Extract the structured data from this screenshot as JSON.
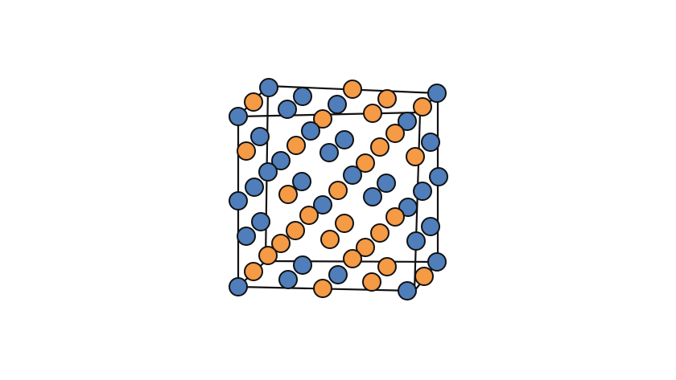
{
  "diagram": {
    "type": "crystal-lattice-3d",
    "colors": {
      "blue_atom": "#4f7ebb",
      "orange_atom": "#f59a45",
      "edge": "#111111",
      "background": "#ffffff"
    },
    "atom_kinds": [
      "blue",
      "orange"
    ]
  }
}
